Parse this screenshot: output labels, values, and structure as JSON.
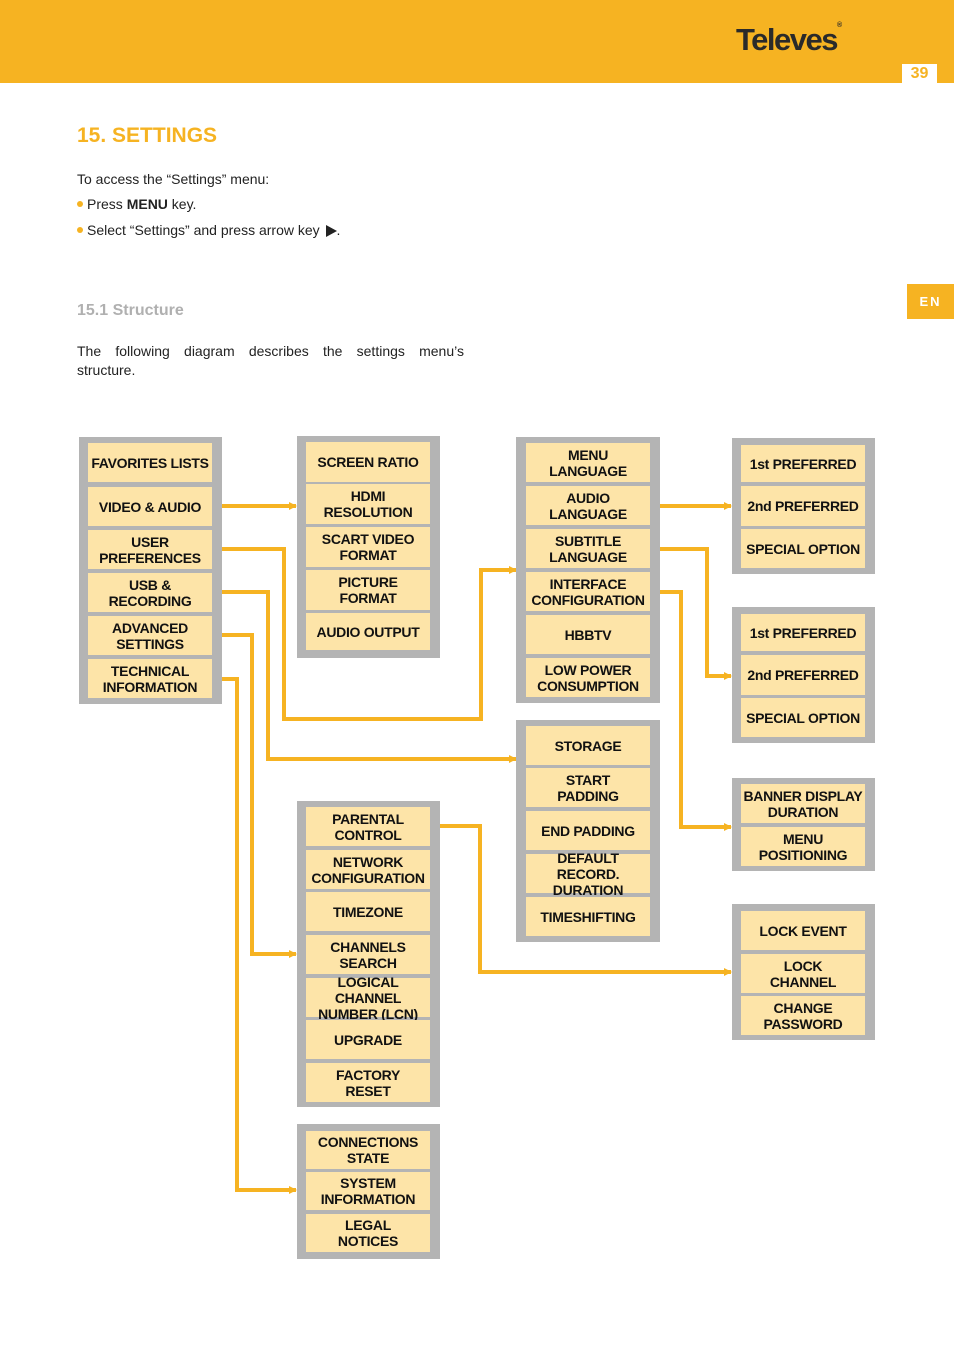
{
  "header": {
    "logo_text": "Televes",
    "logo_tm": "®",
    "page_number": "39",
    "lang": "EN",
    "accent": "#f6b322"
  },
  "section_title": "15. SETTINGS",
  "intro": "To access the “Settings” menu:",
  "bullets": {
    "b1_pre": "Press ",
    "b1_bold": "MENU",
    "b1_post": " key.",
    "b2_pre": "Select “Settings” and press arrow key ",
    "b2_post": "."
  },
  "subsection_title": "15.1 Structure",
  "description": "The following diagram describes the settings menu’s structure.",
  "diagram": {
    "main": [
      "FAVORITES LISTS",
      "VIDEO & AUDIO",
      "USER\nPREFERENCES",
      "USB &\nRECORDING",
      "ADVANCED\nSETTINGS",
      "TECHNICAL\nINFORMATION"
    ],
    "video_audio": [
      "SCREEN RATIO",
      "HDMI\nRESOLUTION",
      "SCART VIDEO\nFORMAT",
      "PICTURE\nFORMAT",
      "AUDIO OUTPUT"
    ],
    "user_preferences": [
      "MENU\nLANGUAGE",
      "AUDIO\nLANGUAGE",
      "SUBTITLE\nLANGUAGE",
      "INTERFACE\nCONFIGURATION",
      "HBBTV",
      "LOW POWER\nCONSUMPTION"
    ],
    "audio_language": [
      "1st PREFERRED",
      "2nd PREFERRED",
      "SPECIAL OPTION"
    ],
    "subtitle_language": [
      "1st PREFERRED",
      "2nd PREFERRED",
      "SPECIAL OPTION"
    ],
    "interface_configuration": [
      "BANNER DISPLAY\nDURATION",
      "MENU\nPOSITIONING"
    ],
    "usb_recording": [
      "STORAGE",
      "START\nPADDING",
      "END PADDING",
      "DEFAULT RECORD.\nDURATION",
      "TIMESHIFTING"
    ],
    "advanced_settings": [
      "PARENTAL\nCONTROL",
      "NETWORK\nCONFIGURATION",
      "TIMEZONE",
      "CHANNELS\nSEARCH",
      "LOGICAL CHANNEL\nNUMBER (LCN)",
      "UPGRADE",
      "FACTORY\nRESET"
    ],
    "parental_control": [
      "LOCK EVENT",
      "LOCK\nCHANNEL",
      "CHANGE\nPASSWORD"
    ],
    "technical_information": [
      "CONNECTIONS\nSTATE",
      "SYSTEM\nINFORMATION",
      "LEGAL\nNOTICES"
    ]
  }
}
